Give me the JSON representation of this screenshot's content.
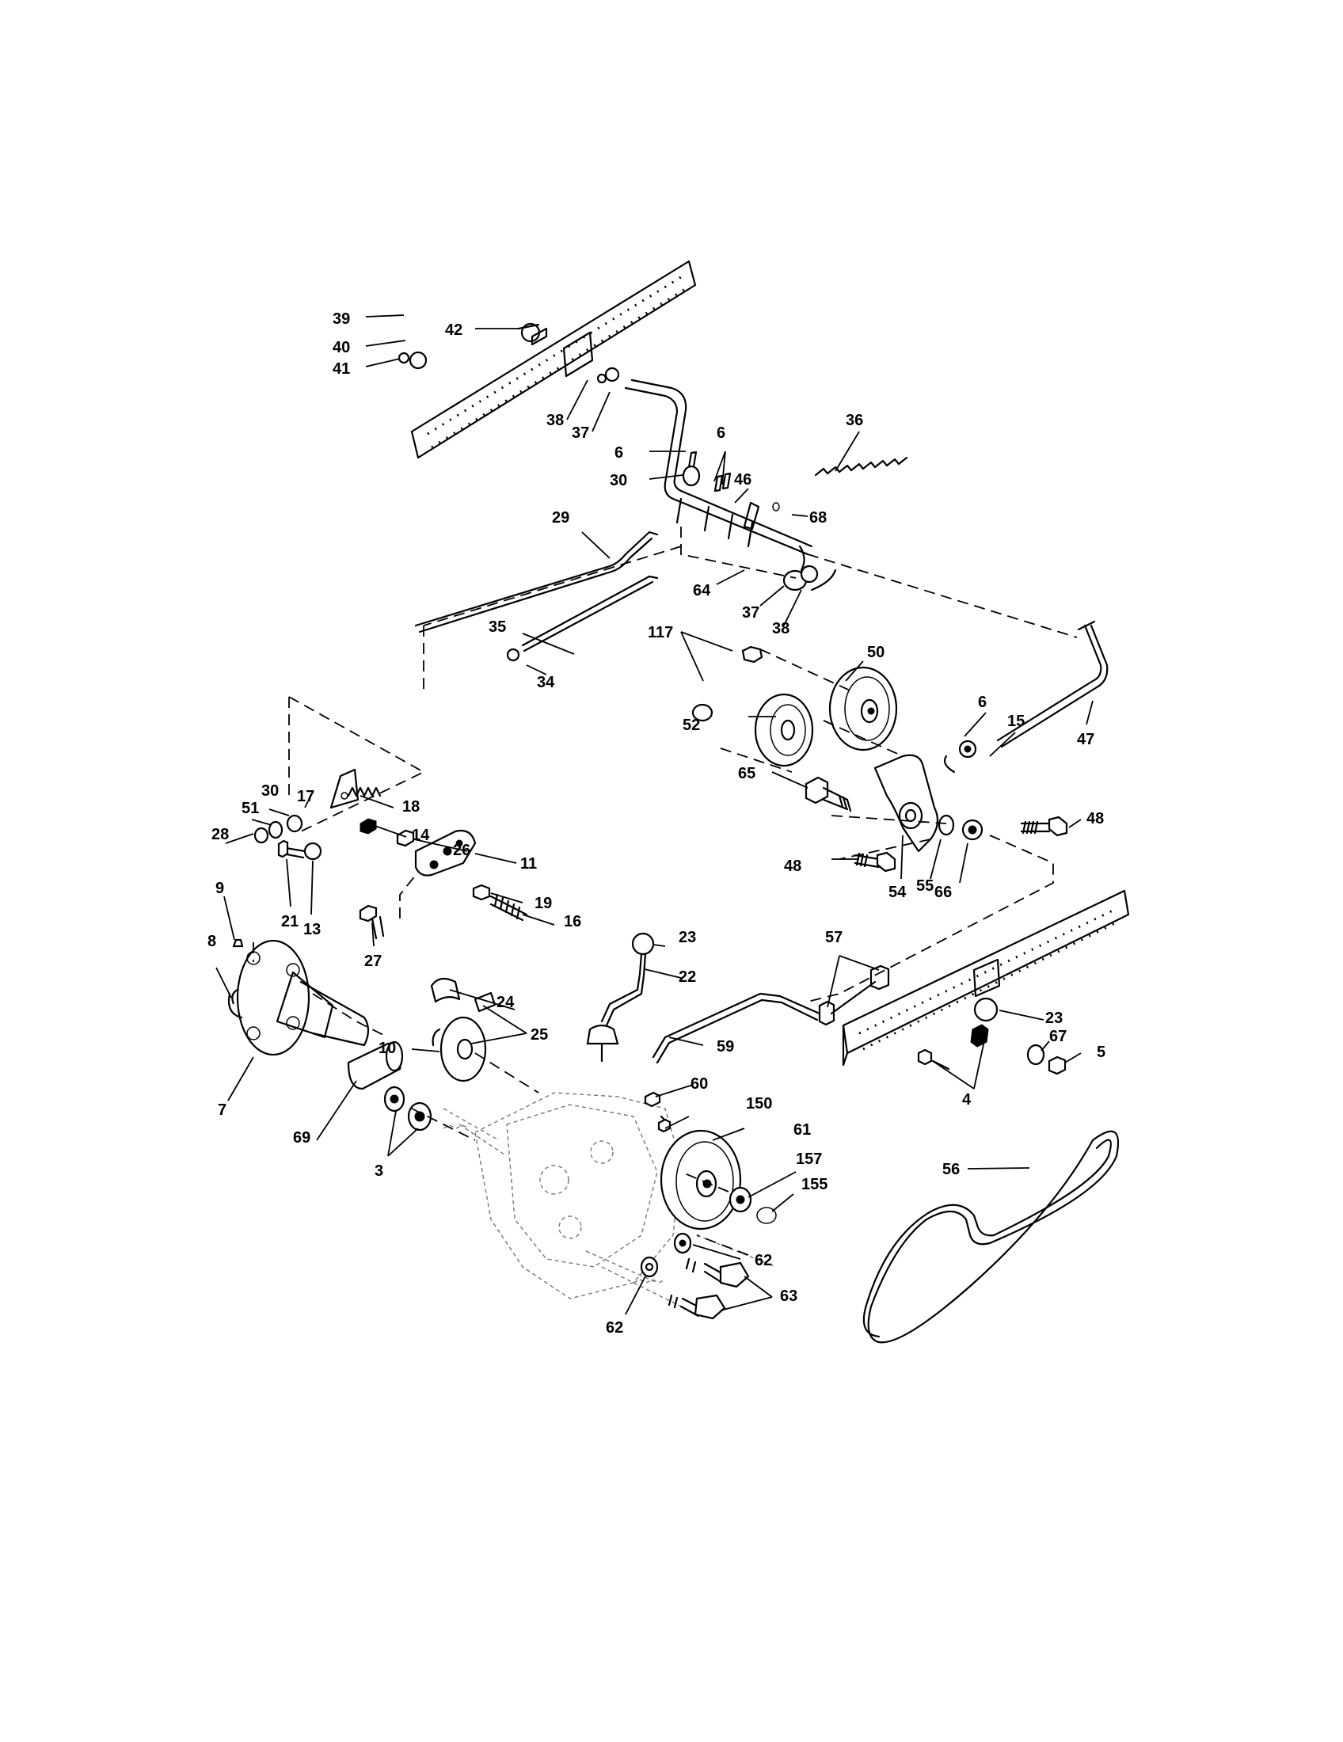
{
  "labels": [
    "39",
    "40",
    "41",
    "42",
    "38",
    "37",
    "36",
    "6",
    "6",
    "30",
    "46",
    "68",
    "29",
    "64",
    "37",
    "38",
    "35",
    "34",
    "117",
    "50",
    "6",
    "15",
    "47",
    "52",
    "65",
    "48",
    "48",
    "54",
    "55",
    "66",
    "17",
    "30",
    "51",
    "28",
    "18",
    "14",
    "26",
    "11",
    "19",
    "16",
    "21",
    "13",
    "27",
    "9",
    "8",
    "7",
    "23",
    "22",
    "57",
    "23",
    "67",
    "5",
    "4",
    "24",
    "25",
    "10",
    "69",
    "3",
    "59",
    "60",
    "150",
    "61",
    "157",
    "155",
    "62",
    "62",
    "63",
    "56"
  ]
}
